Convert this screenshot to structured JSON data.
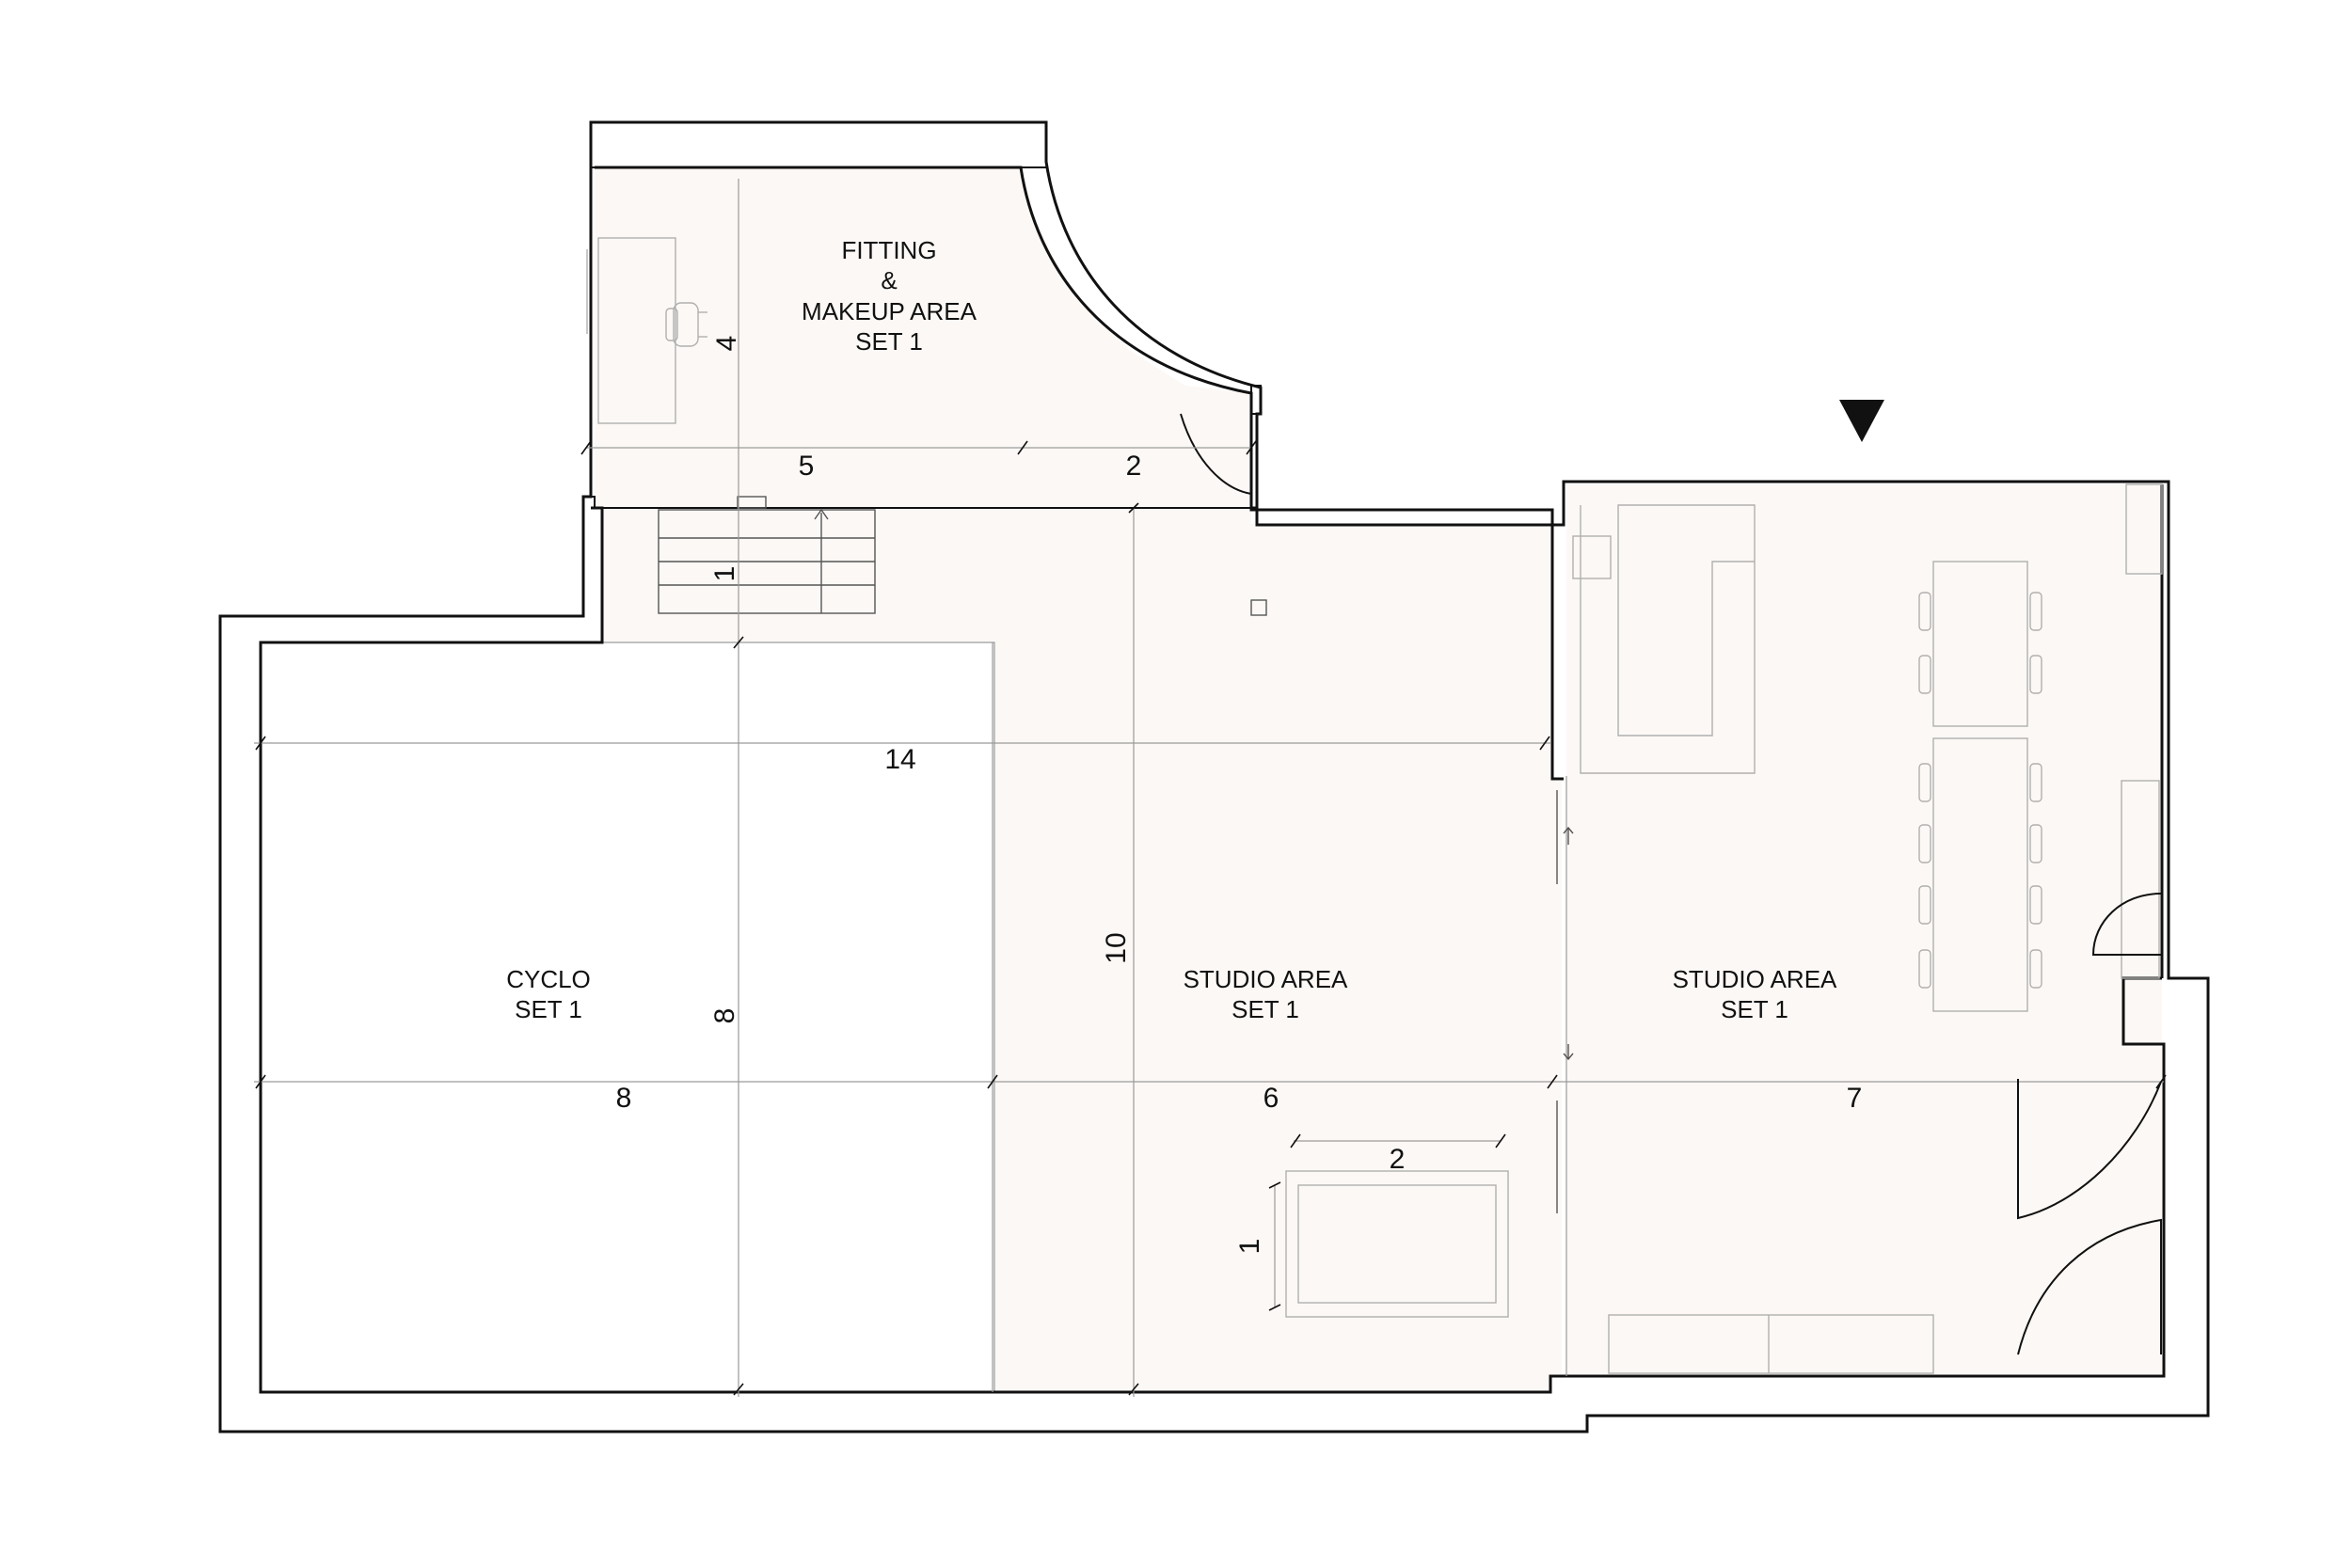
{
  "rooms": {
    "fitting": {
      "line1": "FITTING",
      "line2": "&",
      "line3": "MAKEUP AREA",
      "line4": "SET 1"
    },
    "cyclo": {
      "line1": "CYCLO",
      "line2": "SET 1"
    },
    "studio_mid": {
      "line1": "STUDIO AREA",
      "line2": "SET 1"
    },
    "studio_right": {
      "line1": "STUDIO AREA",
      "line2": "SET 1"
    }
  },
  "dimensions": {
    "fitting_height": "4",
    "fitting_width_left": "5",
    "fitting_width_right": "2",
    "stair_depth": "1",
    "overall_width_top": "14",
    "overall_height": "10",
    "cyclo_height": "8",
    "cyclo_width": "8",
    "studio_mid_width": "6",
    "studio_right_width": "7",
    "table_width": "2",
    "table_depth": "1"
  },
  "entrance_marker": "triangle-down-icon"
}
